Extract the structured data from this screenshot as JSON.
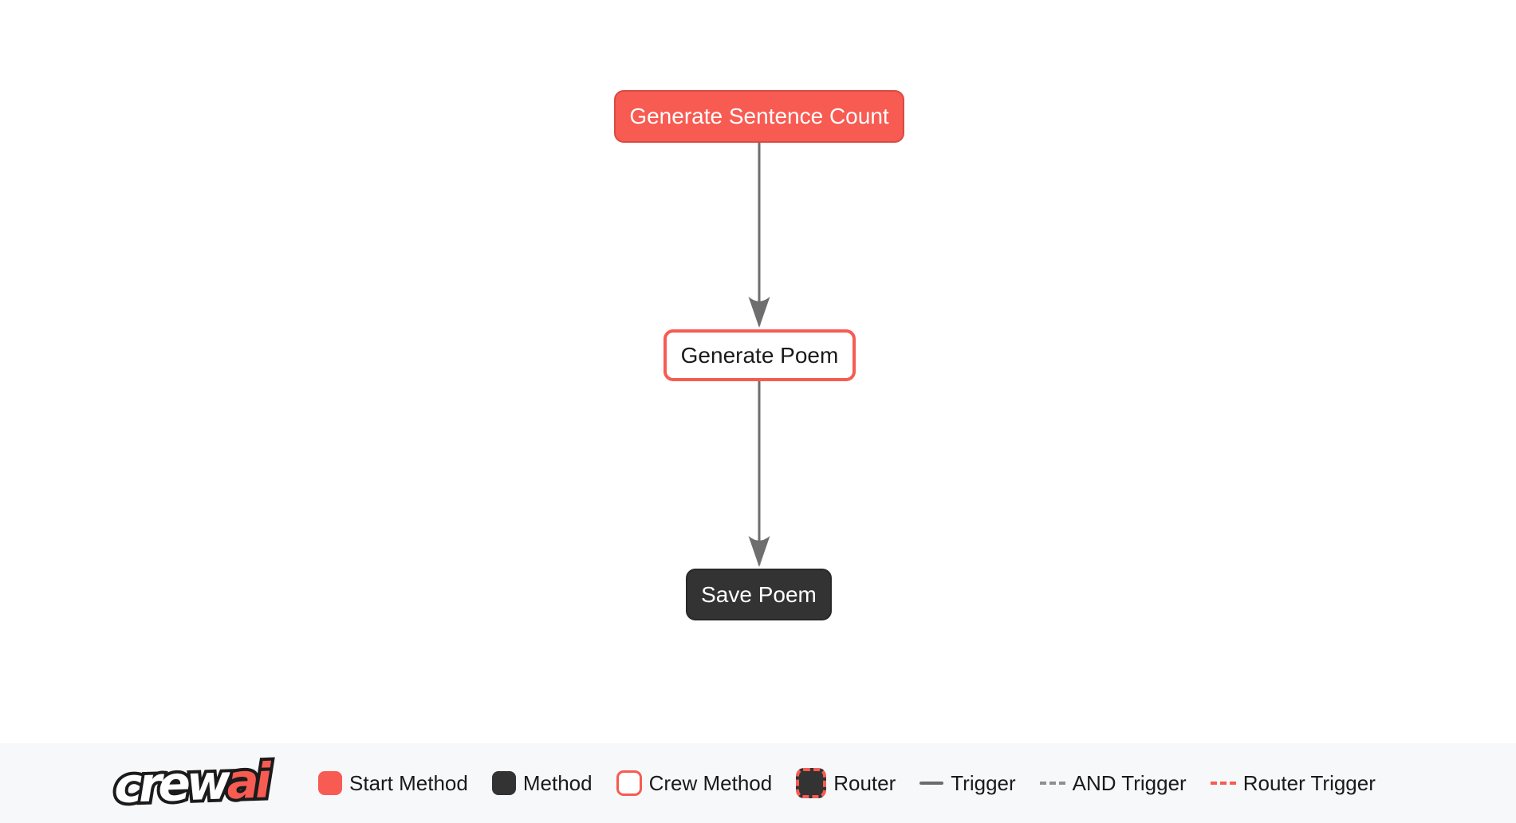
{
  "colors": {
    "accent_red": "#f75b52",
    "node_dark": "#333333",
    "edge_gray": "#6e6e6e",
    "legend_bar_bg": "#f7f8fa",
    "canvas_bg": "#ffffff"
  },
  "flow": {
    "nodes": [
      {
        "label": "Generate Sentence Count",
        "type": "start-method"
      },
      {
        "label": "Generate Poem",
        "type": "crew-method"
      },
      {
        "label": "Save Poem",
        "type": "method"
      }
    ],
    "edges": [
      {
        "from": "Generate Sentence Count",
        "to": "Generate Poem",
        "type": "trigger"
      },
      {
        "from": "Generate Poem",
        "to": "Save Poem",
        "type": "trigger"
      }
    ]
  },
  "footer": {
    "logo": {
      "primary": "crew",
      "accent": "ai"
    },
    "legend": [
      {
        "label": "Start Method"
      },
      {
        "label": "Method"
      },
      {
        "label": "Crew Method"
      },
      {
        "label": "Router"
      },
      {
        "label": "Trigger"
      },
      {
        "label": "AND Trigger"
      },
      {
        "label": "Router Trigger"
      }
    ]
  }
}
